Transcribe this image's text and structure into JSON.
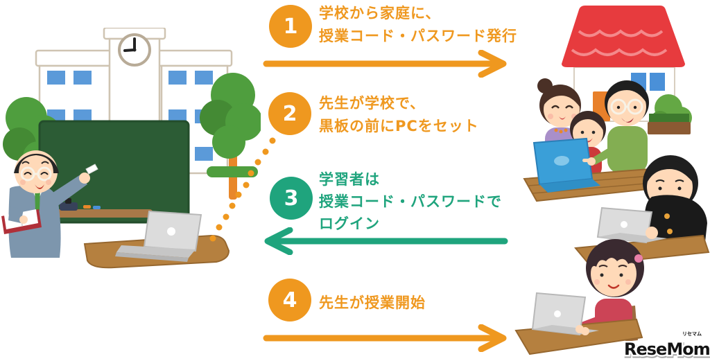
{
  "colors": {
    "orange": "#EF981F",
    "teal": "#1FA47D",
    "background": "#FFFFFF",
    "blackboard_green": "#2C5C35",
    "roof_red": "#E73B3E",
    "desk_brown": "#B5803F",
    "window_blue": "#5B9AD9",
    "laptop_blue": "#3A9FD8"
  },
  "steps": [
    {
      "number": "1",
      "color": "orange",
      "arrow": "right",
      "lines": [
        "学校から家庭に、",
        "授業コード・パスワード発行"
      ]
    },
    {
      "number": "2",
      "color": "orange",
      "arrow": "none",
      "lines": [
        "先生が学校で、",
        "黒板の前にPCをセット"
      ]
    },
    {
      "number": "3",
      "color": "teal",
      "arrow": "left",
      "lines": [
        "学習者は",
        "授業コード・パスワードで",
        "ログイン"
      ]
    },
    {
      "number": "4",
      "color": "orange",
      "arrow": "right",
      "lines": [
        "先生が授業開始"
      ]
    }
  ],
  "connector": {
    "type": "dotted-line",
    "color": "#EF981F",
    "from": "step-2-badge",
    "to": "classroom-laptop"
  },
  "logo": {
    "text": "ReseMom.",
    "ruby": "リセマム"
  },
  "illustrations": {
    "left_scene": [
      "school-building-icon",
      "clock-icon",
      "tree-icon",
      "blackboard-icon",
      "teacher-with-book-icon",
      "chalk-icon",
      "classroom-desk-icon",
      "laptop-icon"
    ],
    "right_top_scene": [
      "house-icon",
      "mother-icon",
      "child-icon",
      "father-icon",
      "blue-laptop-icon",
      "wooden-table-icon",
      "bush-planter-icon"
    ],
    "right_middle_scene": [
      "student-boy-uniform-icon",
      "laptop-icon",
      "desk-icon"
    ],
    "right_bottom_scene": [
      "student-girl-icon",
      "laptop-icon",
      "desk-icon",
      "chair-icon"
    ]
  }
}
